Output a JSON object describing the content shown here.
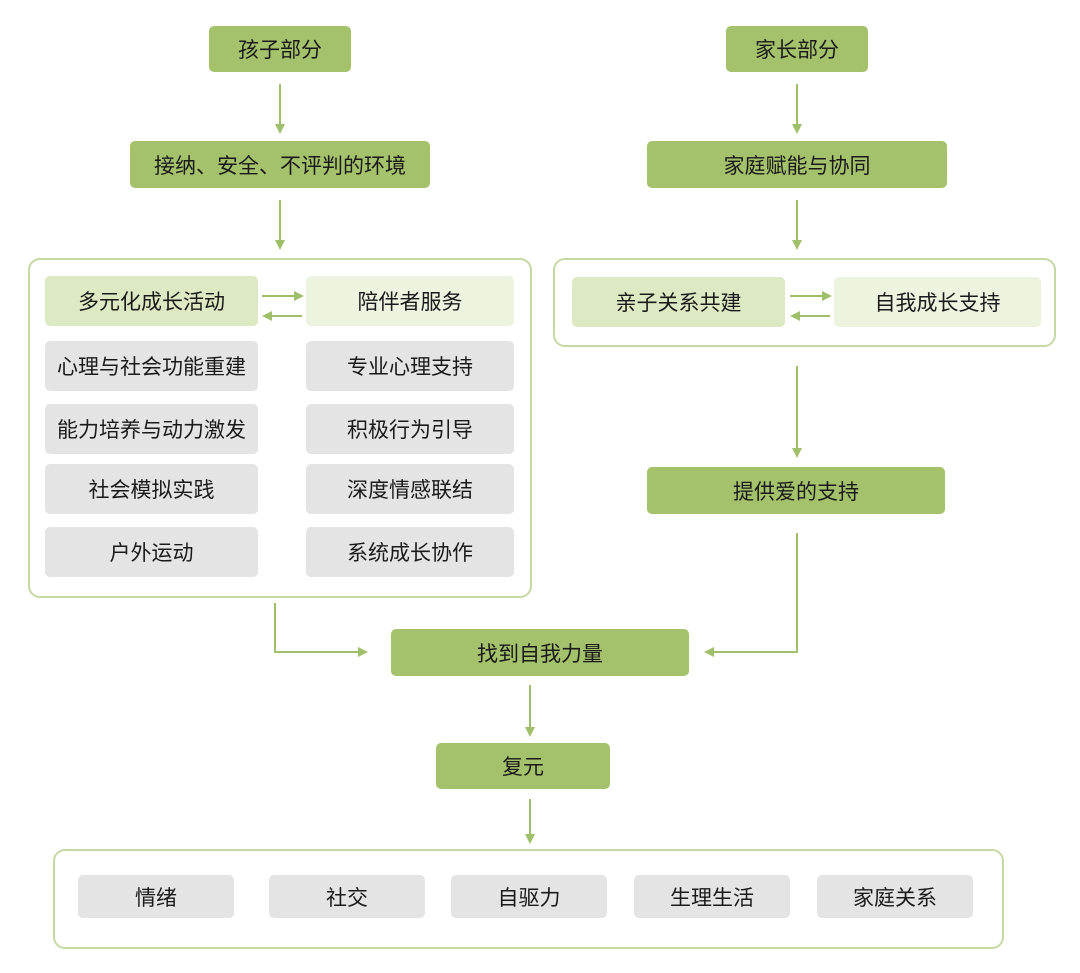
{
  "child_section": {
    "title": "孩子部分",
    "environment": "接纳、安全、不评判的环境",
    "activities_header": "多元化成长活动",
    "companion_header": "陪伴者服务",
    "activities": [
      "心理与社会功能重建",
      "能力培养与动力激发",
      "社会模拟实践",
      "户外运动"
    ],
    "companion_services": [
      "专业心理支持",
      "积极行为引导",
      "深度情感联结",
      "系统成长协作"
    ]
  },
  "parent_section": {
    "title": "家长部分",
    "empowerment": "家庭赋能与协同",
    "relationship": "亲子关系共建",
    "self_growth": "自我成长支持",
    "love_support": "提供爱的支持"
  },
  "center": {
    "find_self": "找到自我力量",
    "recovery": "复元"
  },
  "outcomes": [
    "情绪",
    "社交",
    "自驱力",
    "生理生活",
    "家庭关系"
  ],
  "colors": {
    "primary_green": "#a4c26b",
    "light_green": "#dde9c2",
    "pale_green": "#ecf3df",
    "gray": "#e4e4e4",
    "frame": "#c5d9a2",
    "arrow": "#9fbf6a"
  }
}
